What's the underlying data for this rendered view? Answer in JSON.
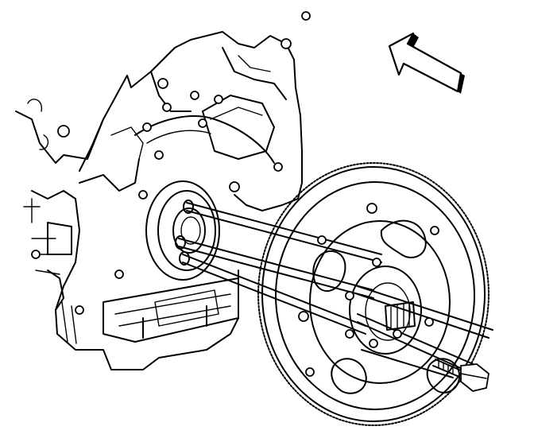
{
  "diagram": {
    "kind": "exploded-view",
    "parts": [
      {
        "name": "engine-block",
        "icon": "engine-block-outline"
      },
      {
        "name": "crankshaft-flange",
        "icon": "crankshaft-flange-outline"
      },
      {
        "name": "flywheel",
        "icon": "flywheel-ring-gear-outline"
      },
      {
        "name": "flywheel-bolt",
        "icon": "hex-bolt-outline"
      },
      {
        "name": "alignment-guide-pins",
        "icon": "guide-rods-outline"
      }
    ],
    "direction_arrow": {
      "icon": "direction-arrow-icon",
      "points": "left-down"
    },
    "colors": {
      "line": "#000000",
      "background": "#ffffff"
    }
  }
}
